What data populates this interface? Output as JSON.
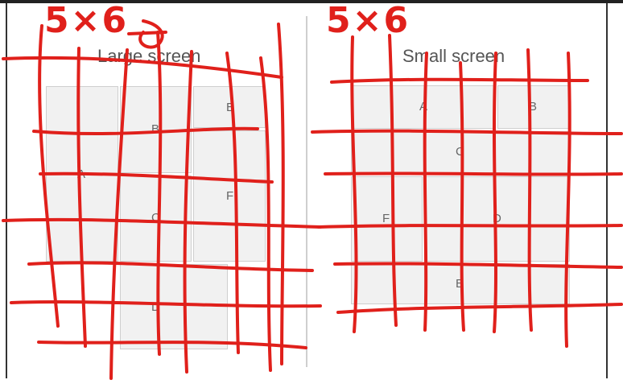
{
  "annotations": {
    "left_note": "5×6",
    "right_note": "5×6"
  },
  "large_screen": {
    "title": "Large screen",
    "areas": {
      "a": "A",
      "b": "B",
      "c": "C",
      "d": "D",
      "e": "E",
      "f": "F"
    }
  },
  "small_screen": {
    "title": "Small screen",
    "areas": {
      "a": "A",
      "b": "B",
      "c": "C",
      "d": "D",
      "e": "E",
      "f": "F"
    }
  },
  "colors": {
    "ink": "#e0201b",
    "box_fill": "#f1f1f1",
    "box_border": "#cfcfcf"
  }
}
